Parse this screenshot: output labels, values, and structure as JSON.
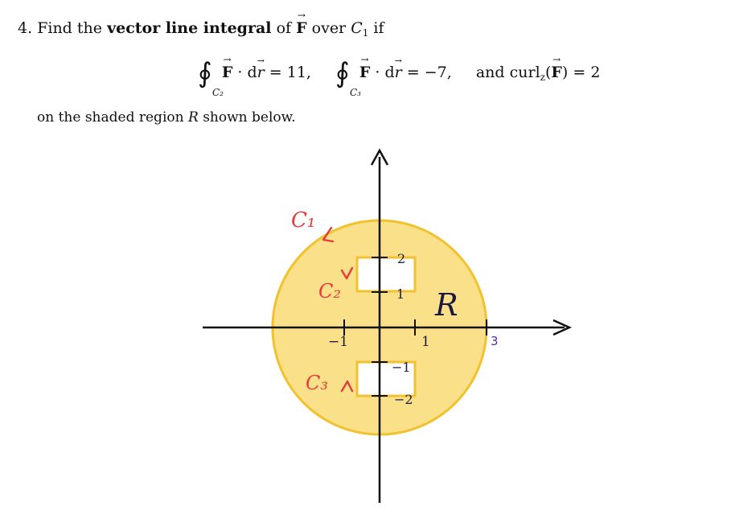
{
  "problem": {
    "number": "4.",
    "text_find": "Find the",
    "bold_phrase": "vector line integral",
    "text_of": "of",
    "field": "F",
    "text_over": "over",
    "curve": "C",
    "curve_index": "1",
    "text_if": "if"
  },
  "integrals": [
    {
      "field": "F",
      "dot": "·",
      "dr": "d",
      "r": "r",
      "equals": "= 11,",
      "sub": "C₂"
    },
    {
      "field": "F",
      "dot": "·",
      "dr": "d",
      "r": "r",
      "equals": "= −7,",
      "sub": "C₃"
    }
  ],
  "curl": {
    "and": "and",
    "name": "curl",
    "sub": "z",
    "field": "F",
    "equals": ") = 2"
  },
  "region_sentence": {
    "before": "on the shaded region",
    "symbol": "R",
    "after": "shown below."
  },
  "diagram": {
    "colors": {
      "region_fill": "#fbe08a",
      "region_stroke": "#f2c12e",
      "axis": "#111111",
      "annotation": "#e8393b",
      "tick_labels": "#1a1a40",
      "three_label": "#4a2fb0"
    },
    "labels": {
      "c1": "C₁",
      "c2": "C₂",
      "c3": "C₃",
      "region": "R",
      "tick_x_pos1": "1",
      "tick_x_neg1": "−1",
      "tick_x_3": "3",
      "tick_y_2": "2",
      "tick_y_1": "1",
      "tick_y_neg1": "−1",
      "tick_y_neg2": "−2"
    }
  }
}
